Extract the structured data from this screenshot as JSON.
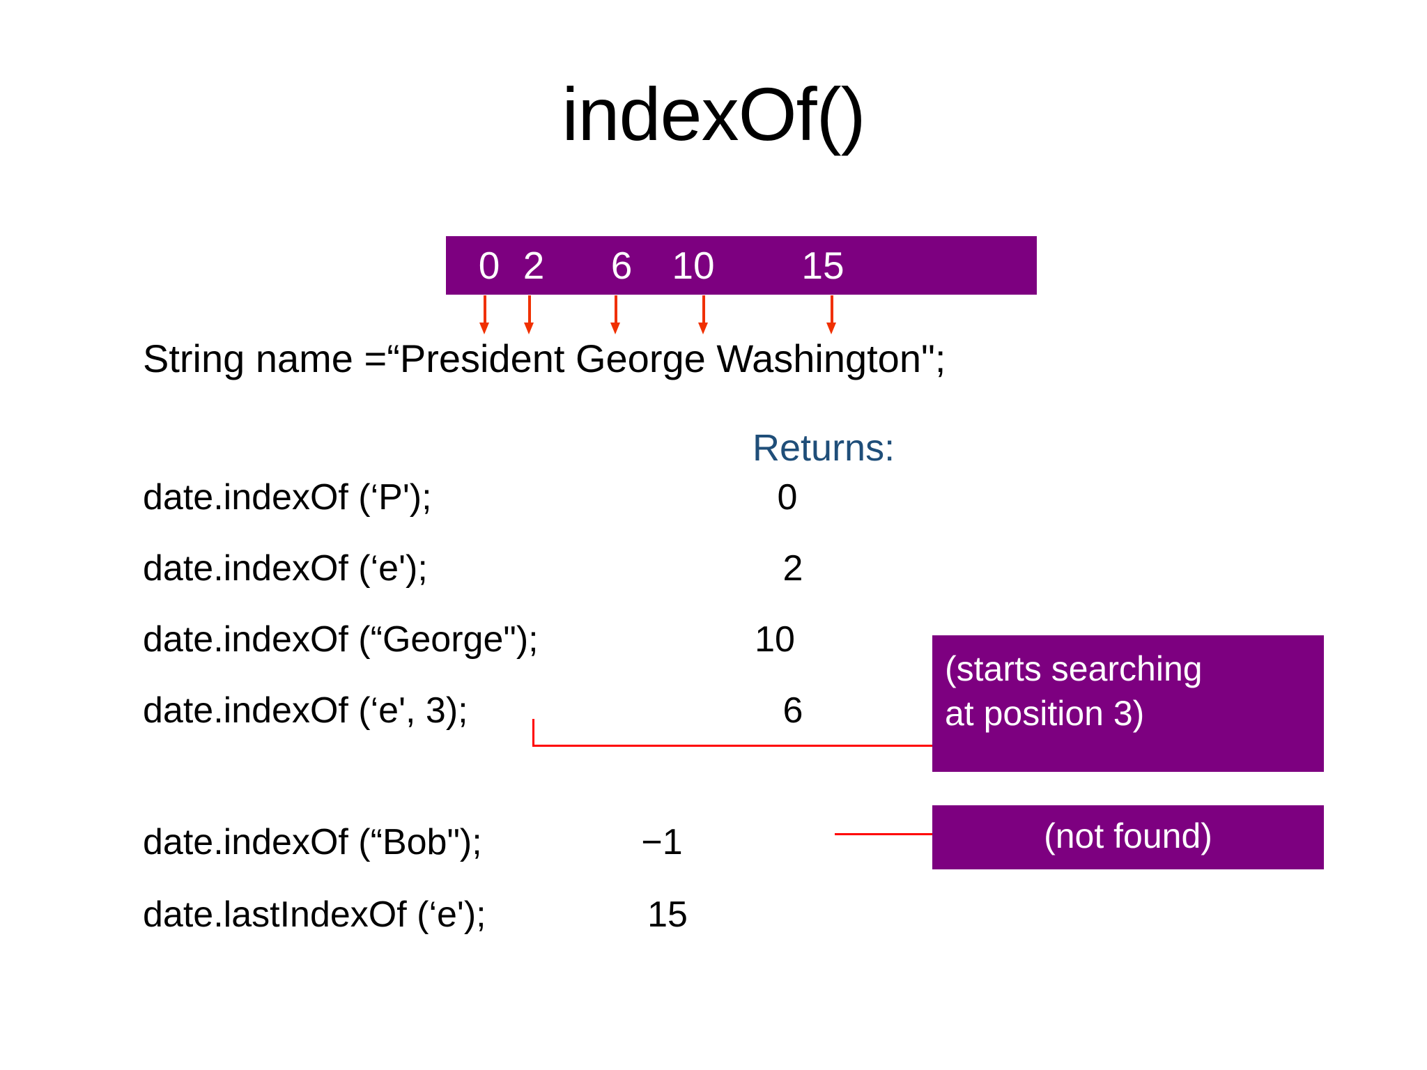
{
  "slide": {
    "title": "indexOf()",
    "background_color": "#FFFFFF",
    "accent_purple": "#7D0080",
    "arrow_color": "#F03000",
    "leader_color": "#FF0000",
    "returns_color": "#1F4E79"
  },
  "index_bar": {
    "labels": [
      "0",
      "2",
      "6",
      "10",
      "15"
    ]
  },
  "declaration": {
    "text": "String name =“President George Washington\";"
  },
  "returns": {
    "label": "Returns:"
  },
  "code_rows": [
    {
      "call": "date.indexOf (‘P');",
      "returns": "0"
    },
    {
      "call": "date.indexOf (‘e');",
      "returns": "2"
    },
    {
      "call": "date.indexOf (“George\");",
      "returns": "10"
    },
    {
      "call": "date.indexOf (‘e', 3);",
      "returns": "6"
    },
    {
      "call": "date.indexOf (“Bob\");",
      "returns": "−1"
    },
    {
      "call": "date.lastIndexOf (‘e');",
      "returns": "15"
    }
  ],
  "callouts": {
    "starts_line1": "(starts searching",
    "starts_line2": "at position 3)",
    "not_found": "(not found)"
  }
}
